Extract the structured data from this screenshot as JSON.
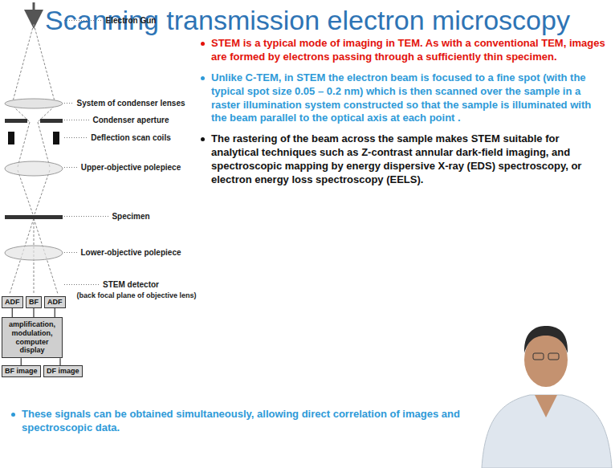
{
  "diagram": {
    "title": "Scanning transmission electron microscopy",
    "nodes": [
      {
        "text": [
          "ADF"
        ]
      },
      {
        "text": [
          "BF"
        ]
      },
      {
        "text": [
          "ADF"
        ]
      },
      {
        "text": [
          "amplification, modulation, computer display"
        ]
      },
      {
        "text": [
          "BF image"
        ]
      },
      {
        "text": [
          "DF image"
        ]
      }
    ],
    "edges": [
      {
        "from": 0,
        "to": 3,
        "arrow": "none"
      },
      {
        "from": 1,
        "to": 3,
        "arrow": "none"
      },
      {
        "from": 2,
        "to": 3,
        "arrow": "none"
      },
      {
        "from": 3,
        "to": 4,
        "arrow": "none"
      },
      {
        "from": 3,
        "to": 5,
        "arrow": "none"
      }
    ],
    "labels": [
      "Electron Gun",
      "System of condenser lenses",
      "Condenser aperture",
      "Deflection scan coils",
      "Upper-objective polepiece",
      "Specimen",
      "Lower-objective polepiece",
      "STEM detector",
      "(back focal plane of objective lens)",
      "STEM is a typical mode of imaging in TEM. As with a conventional TEM, images are formed by electrons passing through a sufficiently thin specimen.",
      "Unlike C-TEM, in STEM the electron beam is focused to a fine spot (with the typical spot size 0.05 – 0.2 nm) which is then scanned over the sample in a raster illumination system constructed so that the sample is illuminated with the beam parallel to the optical axis at each point .",
      "The rastering of the beam across the sample makes STEM suitable for analytical techniques such as Z-contrast annular dark-field imaging, and spectroscopic mapping by energy dispersive X-ray (EDS) spectroscopy, or electron energy loss spectroscopy (EELS).",
      "These signals can be obtained simultaneously, allowing direct correlation of images and spectroscopic data."
    ]
  }
}
